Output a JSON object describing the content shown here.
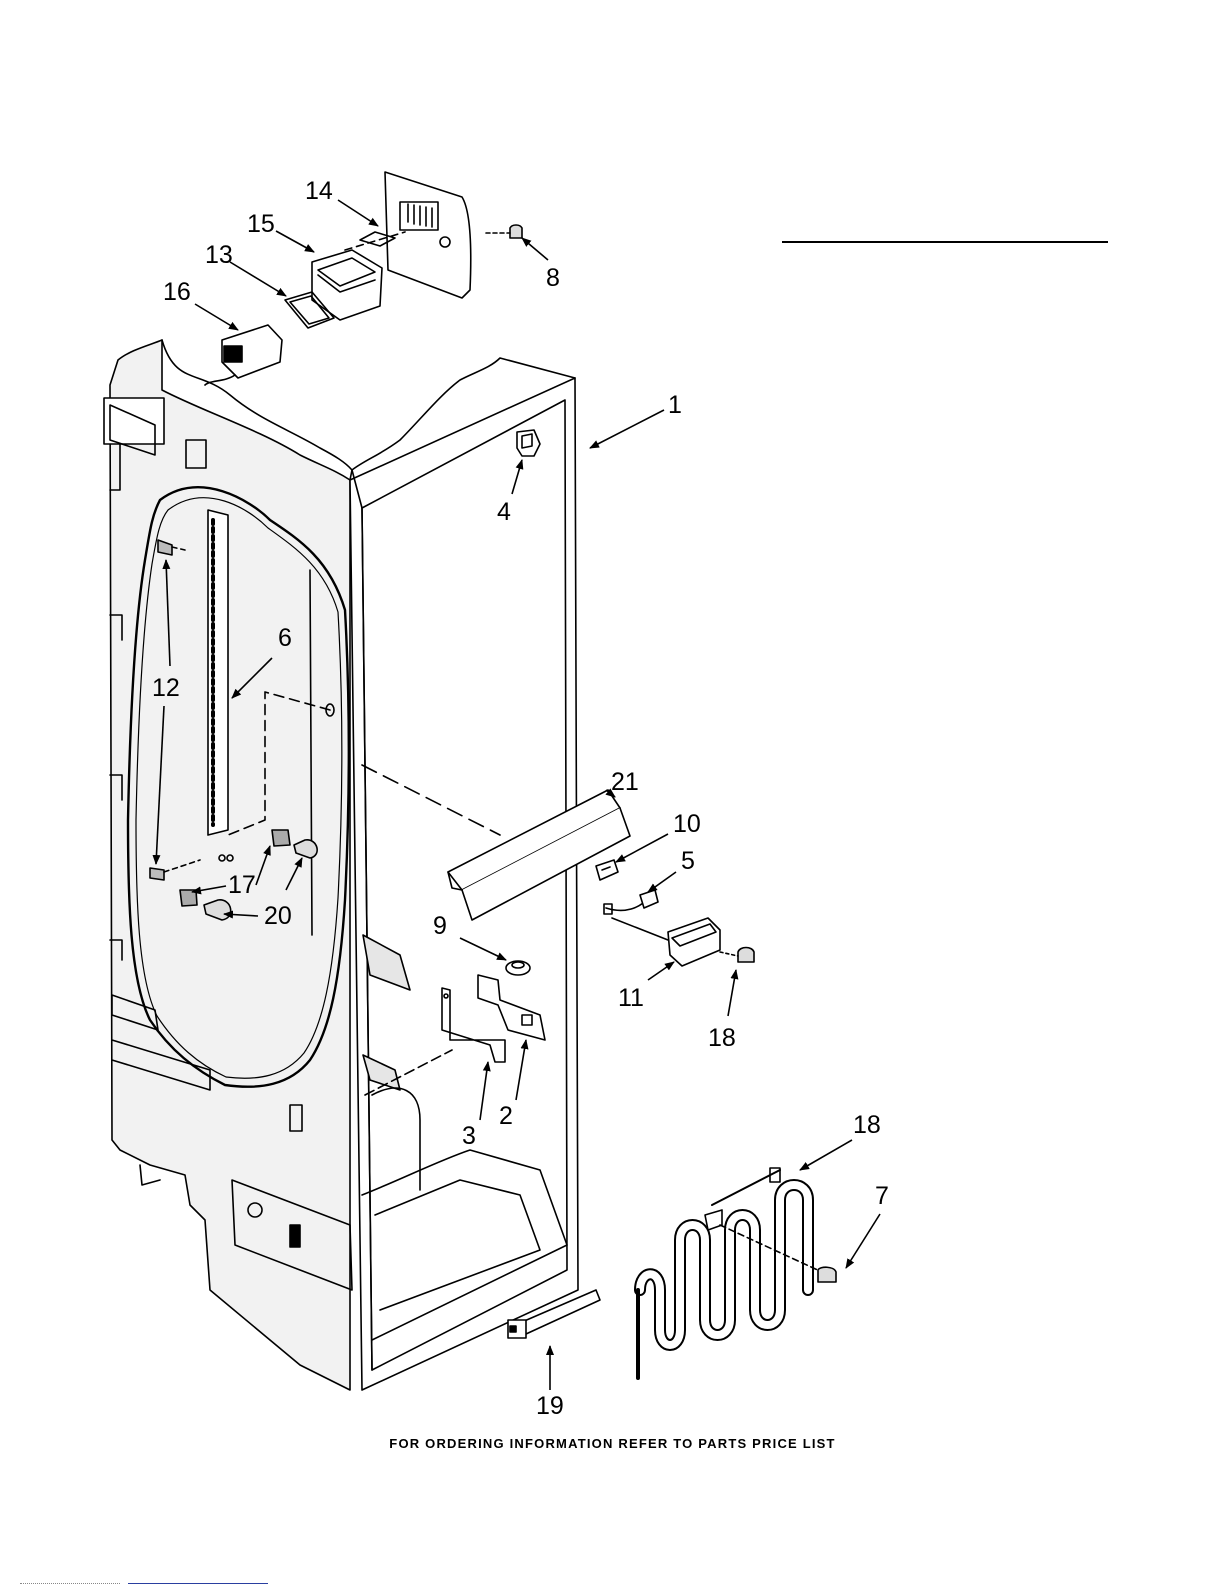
{
  "callouts": [
    {
      "id": "c1",
      "text": "1"
    },
    {
      "id": "c2",
      "text": "2"
    },
    {
      "id": "c3",
      "text": "3"
    },
    {
      "id": "c4",
      "text": "4"
    },
    {
      "id": "c5",
      "text": "5"
    },
    {
      "id": "c6",
      "text": "6"
    },
    {
      "id": "c7",
      "text": "7"
    },
    {
      "id": "c8",
      "text": "8"
    },
    {
      "id": "c9",
      "text": "9"
    },
    {
      "id": "c10",
      "text": "10"
    },
    {
      "id": "c11",
      "text": "11"
    },
    {
      "id": "c12",
      "text": "12"
    },
    {
      "id": "c13",
      "text": "13"
    },
    {
      "id": "c14",
      "text": "14"
    },
    {
      "id": "c15",
      "text": "15"
    },
    {
      "id": "c16",
      "text": "16"
    },
    {
      "id": "c17",
      "text": "17"
    },
    {
      "id": "c18a",
      "text": "18"
    },
    {
      "id": "c18b",
      "text": "18"
    },
    {
      "id": "c19",
      "text": "19"
    },
    {
      "id": "c20",
      "text": "20"
    },
    {
      "id": "c21",
      "text": "21"
    }
  ],
  "footer": "FOR ORDERING INFORMATION REFER TO PARTS PRICE LIST"
}
